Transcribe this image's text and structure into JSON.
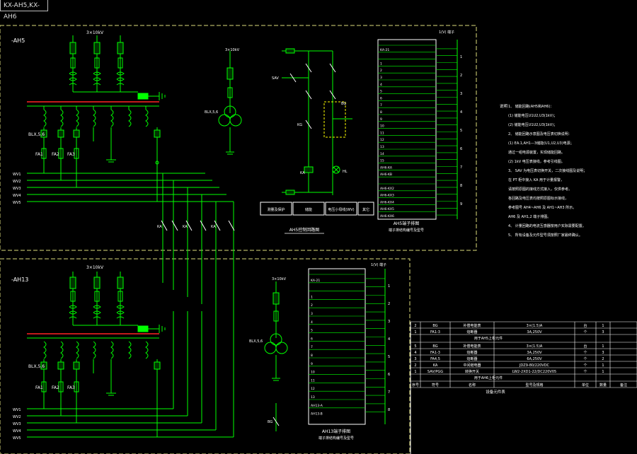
{
  "tab": "KX-AH5,KX-AH6",
  "sections": {
    "top_id": "-AH5",
    "bottom_id": "-AH13"
  },
  "labels": {
    "pt_voltage_top": "3×10kV",
    "pt_voltage_bottom": "3×10kV",
    "ct_label": "BLX,5,6",
    "fa_left": "FA1",
    "fa_mid": "FA2",
    "fa_right": "FA3",
    "wv_1": "WV1",
    "wv_2": "WV2",
    "wv_3": "WV3",
    "wv_4": "WV4",
    "wv_5": "WV5",
    "ka": "KA",
    "sav": "SAV",
    "kg": "KG",
    "bg": "BG",
    "fuse_ratio": "BLX,5,6",
    "lamp": "HL",
    "pt_title": "AH5控制回路图",
    "terminal_title_top": "AH5端子排图",
    "terminal_sub_top": "端子排结构编号及型号",
    "terminal_title_bottom": "AH13端子排图",
    "terminal_sub_bottom": "端子排结构编号及型号",
    "box_1": "测量及保护",
    "box_2": "储能",
    "box_3": "电压小母线(WV)",
    "box_4": "其它",
    "col_head_top": "1(V) 端子",
    "col_head_bottom": "1(V) 端子"
  },
  "notes": {
    "title": "说明",
    "lines": [
      "1、 储能回路(AH5和AH6)：",
      "(1) 储能电压U1U2,U3(1kV)；",
      "(2) 储能电压U1U2,U3(1kV)；",
      "2、 储能回路示意图及电压表切换说明：",
      "(1) EA.1,AH1—3储能(U1,U2,U3)电源；",
      "通过一组电源装置，实现储能回路。",
      "(2) 1kV 电压表接线，参考引线图。",
      "3、 SAV 为电压表切换开关，二次接线图及说明；",
      "在 PT 柜中接入 KA 用于计量报警，",
      "请按照原图的接线方式接入，仅供参考。",
      "各回路及电压表均按照原图标示接线，",
      "参考图号 AH4~AH6 及 AH1~AH3 所示。",
      "AH6 及 AH1,2 端子排图。",
      "4、 计量回路的电流互感器按用户实际需要配置。",
      "5、 所有设备及元件型号须按照厂家最终确认。"
    ]
  },
  "terminal_top": {
    "rows": [
      "KA-21",
      "",
      "1",
      "2",
      "3",
      "4",
      "5",
      "6",
      "7",
      "8",
      "9",
      "10",
      "11",
      "12",
      "13",
      "14",
      "15",
      "AH6-KA",
      "AH6-KB",
      "",
      "AH6-KX2",
      "AH6-KX3",
      "AH6-KX4",
      "AH6-KX5",
      "AH6-KX6"
    ],
    "right_nums": [
      "1",
      "2",
      "3",
      "4",
      "5",
      "6",
      "7",
      "8",
      "9"
    ]
  },
  "terminal_bottom": {
    "rows": [
      "KA-21",
      "",
      "1",
      "2",
      "3",
      "4",
      "5",
      "6",
      "7",
      "8",
      "9",
      "10",
      "11",
      "12",
      "13",
      "AH13-A",
      "AH13-B"
    ],
    "right_nums": [
      "1",
      "2",
      "3",
      "4",
      "5",
      "6",
      "7",
      "8"
    ]
  },
  "parts_table": {
    "title_1": "用于AH5上柜元件",
    "title_2": "用于AH6上柜元件",
    "header": [
      "序号",
      "符号",
      "名称",
      "型号及规格",
      "单位",
      "数量",
      "备注"
    ],
    "rows_1": [
      [
        "2",
        "BG",
        "补偿电能表",
        "3×(1.5)A",
        "台",
        "1",
        ""
      ],
      [
        "1",
        "FA1-3",
        "熔断器",
        "3A,250V",
        "个",
        "3",
        ""
      ]
    ],
    "rows_2": [
      [
        "5",
        "BG",
        "补偿电能表",
        "3×(1.5)A",
        "台",
        "1",
        ""
      ],
      [
        "4",
        "FA1-3",
        "熔断器",
        "3A,250V",
        "个",
        "3",
        ""
      ],
      [
        "3",
        "FA4,5",
        "熔断器",
        "6A,250V",
        "个",
        "2",
        ""
      ],
      [
        "2",
        "KA",
        "中间继电器",
        "JDZ9-80/220VDC",
        "个",
        "1",
        ""
      ],
      [
        "1",
        "SAV/PGG",
        "转换开关",
        "LW2-2XD1-22/DC220V05",
        "个",
        "1",
        ""
      ]
    ],
    "footer": [
      "序号",
      "名称",
      "备注"
    ],
    "footer_title": "设备元件表"
  },
  "colors": {
    "green": "#00ff00",
    "yellow": "#ffff00",
    "white": "#ffffff",
    "red": "#ff2222",
    "border": "#dcdc7c"
  }
}
